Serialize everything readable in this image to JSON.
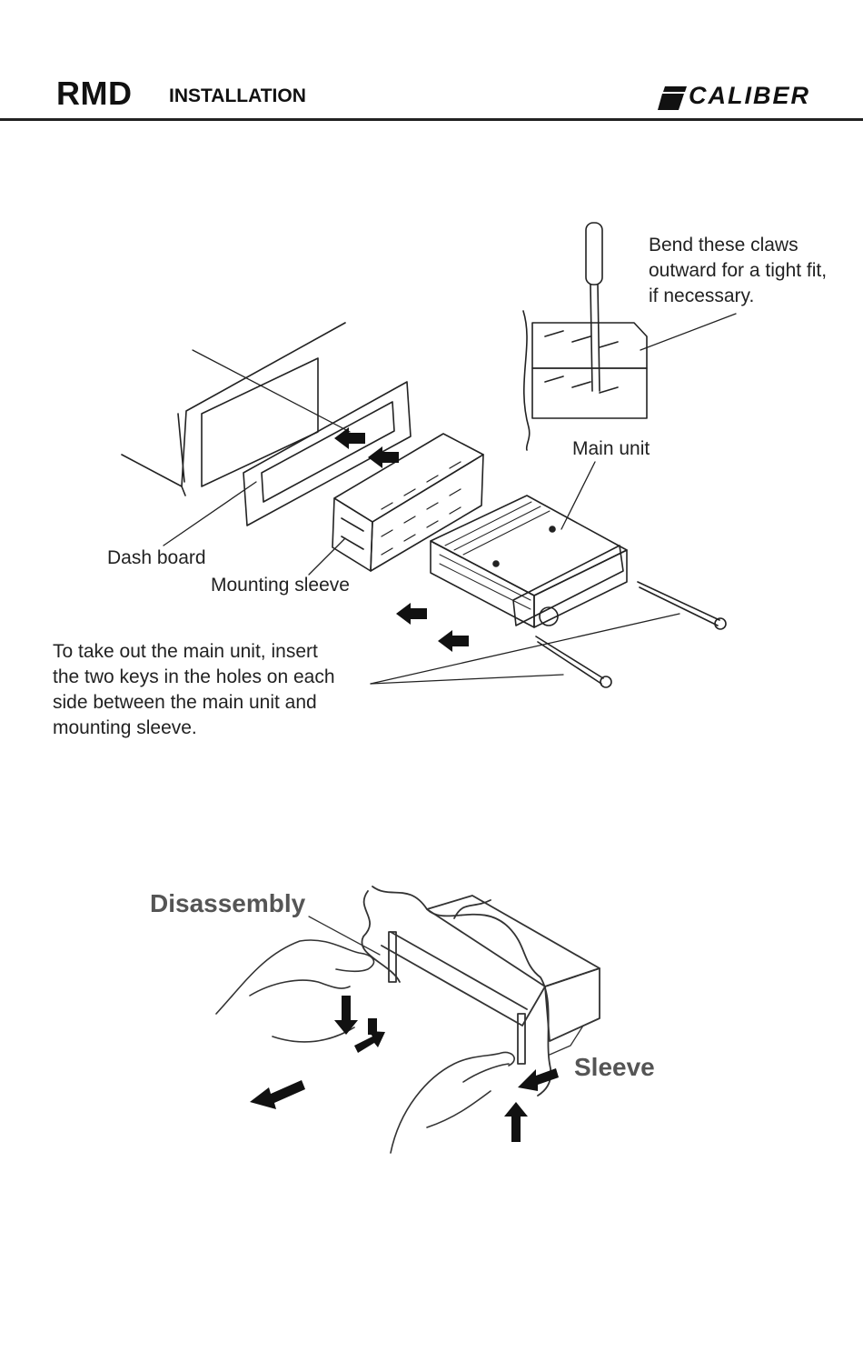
{
  "header": {
    "model": "RMD",
    "section": "INSTALLATION",
    "brand": "CALIBER"
  },
  "figure1": {
    "claws_note": [
      "Bend these claws",
      "outward for a tight fit,",
      "if necessary."
    ],
    "main_unit": "Main unit",
    "dash_board": "Dash board",
    "mounting_sleeve": "Mounting sleeve",
    "removal_note": [
      "To take out the main unit, insert",
      "the two keys in the holes on each",
      "side between the main unit and",
      "mounting sleeve."
    ]
  },
  "figure2": {
    "disassembly": "Disassembly",
    "sleeve": "Sleeve"
  },
  "colors": {
    "ink": "#222222",
    "rule": "#222222",
    "arrow": "#111111"
  }
}
